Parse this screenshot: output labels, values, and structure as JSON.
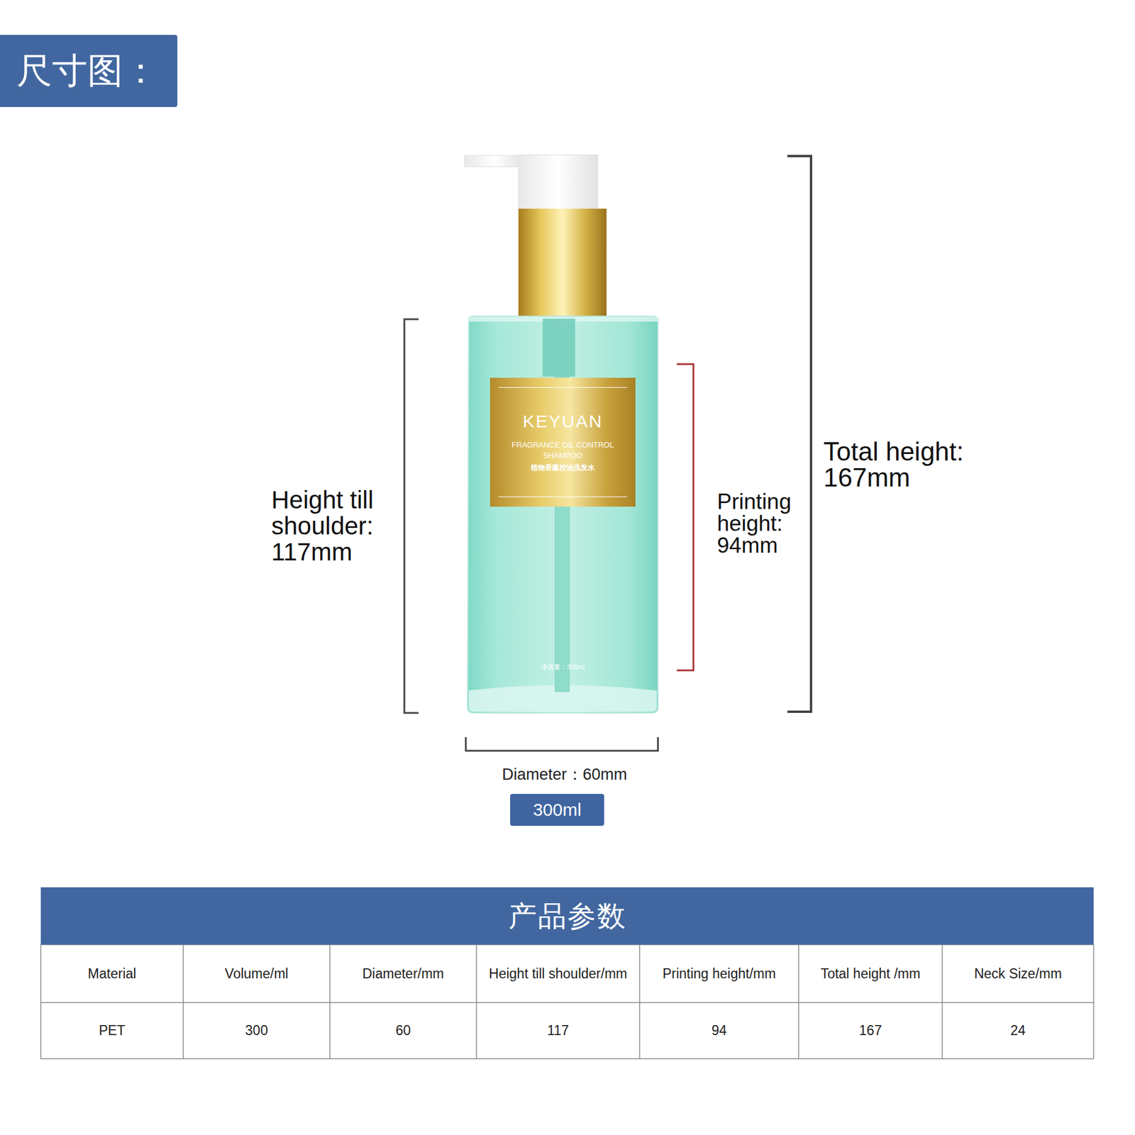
{
  "diagram": {
    "title": "尺寸图：",
    "nodes": [
      {
        "text": [
          "KEYUAN",
          "FRAGRANCE OIL CONTROL SHAMPOO",
          "植物香薰控油洗发水"
        ]
      },
      {
        "text": [
          "300ml"
        ]
      },
      {
        "text": [
          "产品参数"
        ]
      }
    ],
    "labels": [
      "Height till shoulder: 117mm",
      "Printing height: 94mm",
      "Total height: 167mm",
      "Diameter：60mm",
      "净含量：300ml",
      "Material",
      "Volume/ml",
      "Diameter/mm",
      "Height till shoulder/mm",
      "Printing height/mm",
      "Total height /mm",
      "Neck Size/mm",
      "PET",
      "300",
      "60",
      "117",
      "94",
      "167",
      "24"
    ]
  }
}
